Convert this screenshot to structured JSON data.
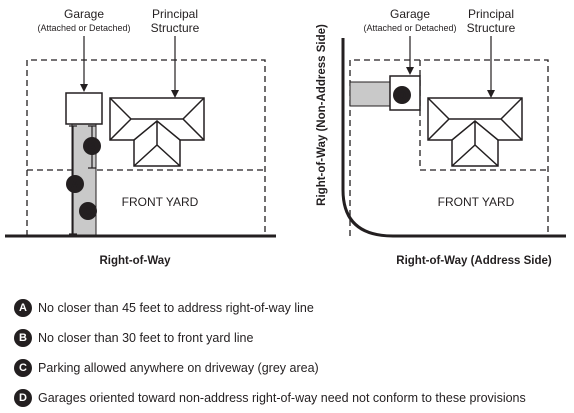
{
  "left_diagram": {
    "garage_label": "Garage",
    "garage_sublabel": "(Attached or Detached)",
    "principal_label_line1": "Principal",
    "principal_label_line2": "Structure",
    "front_yard_label": "FRONT YARD",
    "row_label": "Right-of-Way"
  },
  "right_diagram": {
    "garage_label": "Garage",
    "garage_sublabel": "(Attached or Detached)",
    "principal_label_line1": "Principal",
    "principal_label_line2": "Structure",
    "front_yard_label": "FRONT YARD",
    "row_label": "Right-of-Way (Address Side)",
    "side_row_label": "Right-of-Way (Non-Address Side)"
  },
  "markers": {
    "a": "A",
    "b": "B",
    "c": "C",
    "d": "D"
  },
  "legend": [
    {
      "letter": "A",
      "text": "No closer than 45 feet to address right-of-way line"
    },
    {
      "letter": "B",
      "text": "No closer than 30 feet to front yard line"
    },
    {
      "letter": "C",
      "text": "Parking allowed anywhere on driveway (grey area)"
    },
    {
      "letter": "D",
      "text": "Garages oriented toward non-address right-of-way need not conform to these provisions"
    }
  ],
  "colors": {
    "ink": "#231f20",
    "driveway": "#c9c9c9",
    "background": "#ffffff"
  }
}
